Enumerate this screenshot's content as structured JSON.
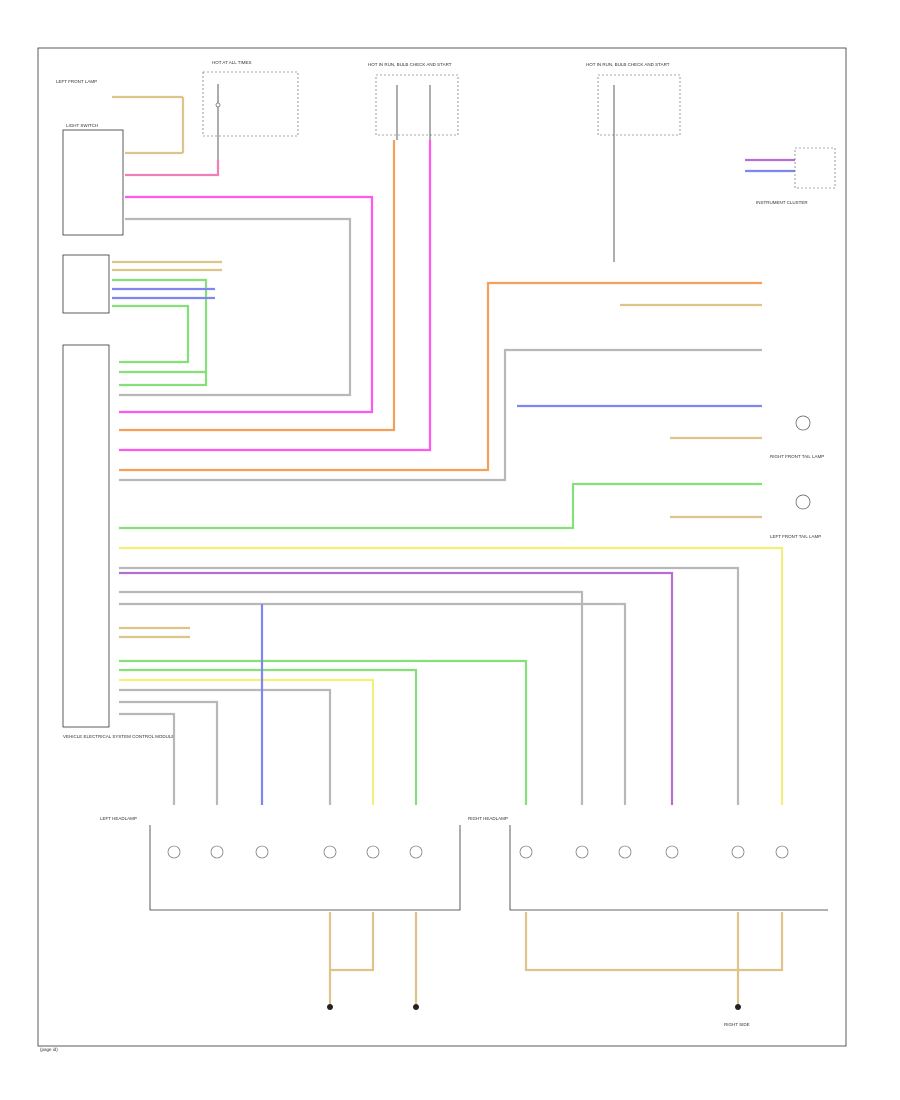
{
  "footer": {
    "page_id": "(page id)"
  },
  "colors": {
    "pink": "#f07fb7",
    "magenta": "#ff58f0",
    "orange": "#f5a05a",
    "yellow": "#f2ef7a",
    "tan": "#ddc48a",
    "green": "#86e07a",
    "blue": "#7f86f0",
    "purple": "#b46fd2",
    "grey": "#b8b8b8",
    "black": "#222222"
  },
  "labels": {
    "top_fuse_box_1": "HOT AT ALL TIMES",
    "top_fuse_box_2": "HOT IN RUN, BULB CHECK AND START",
    "top_fuse_box_3": "HOT IN RUN, BULB CHECK AND START",
    "left_lamp": "LEFT FRONT LAMP",
    "light_switch": "LIGHT SWITCH",
    "control_module": "VEHICLE ELECTRICAL SYSTEM CONTROL MODULE",
    "left_headlamp": "LEFT HEADLAMP",
    "right_headlamp": "RIGHT HEADLAMP",
    "right_front_tail_lamp": "RIGHT FRONT TAIL LAMP",
    "left_front_tail_lamp": "LEFT FRONT TAIL LAMP",
    "instrument_cluster": "INSTRUMENT CLUSTER",
    "right_side": "RIGHT SIDE"
  }
}
